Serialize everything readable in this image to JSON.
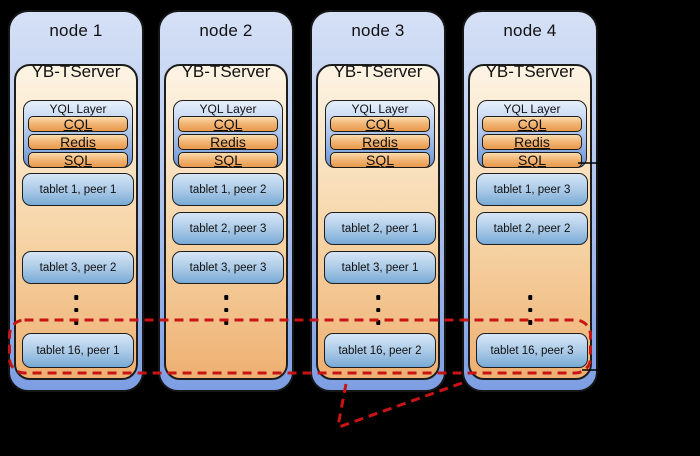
{
  "canvas": {
    "background": "#000000",
    "highlight_color": "#c81414"
  },
  "nodes": [
    {
      "title": "node 1",
      "tserver_label": "YB-TServer",
      "yql_label": "YQL Layer",
      "apis": [
        "CQL",
        "Redis",
        "SQL"
      ],
      "tablets": {
        "t1": "tablet 1, peer 1",
        "t3": "tablet 3, peer 2",
        "t16": "tablet 16, peer 1"
      }
    },
    {
      "title": "node 2",
      "tserver_label": "YB-TServer",
      "yql_label": "YQL Layer",
      "apis": [
        "CQL",
        "Redis",
        "SQL"
      ],
      "tablets": {
        "t1": "tablet 1, peer 2",
        "t2": "tablet 2, peer 3",
        "t3": "tablet 3, peer 3"
      }
    },
    {
      "title": "node 3",
      "tserver_label": "YB-TServer",
      "yql_label": "YQL Layer",
      "apis": [
        "CQL",
        "Redis",
        "SQL"
      ],
      "tablets": {
        "t2": "tablet 2, peer 1",
        "t3": "tablet 3, peer 1",
        "t16": "tablet 16, peer 2"
      }
    },
    {
      "title": "node 4",
      "tserver_label": "YB-TServer",
      "yql_label": "YQL Layer",
      "apis": [
        "CQL",
        "Redis",
        "SQL"
      ],
      "tablets": {
        "t1": "tablet 1, peer 3",
        "t2": "tablet 2, peer 2",
        "t16": "tablet 16, peer 3"
      }
    }
  ]
}
